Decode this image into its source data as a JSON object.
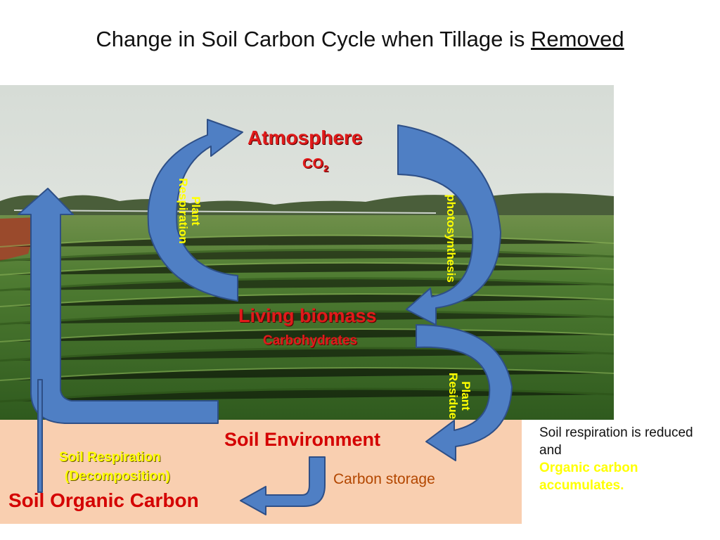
{
  "title": {
    "prefix": "Change in Soil Carbon Cycle when Tillage is ",
    "emphasis": "Removed"
  },
  "nodes": {
    "atmosphere": "Atmosphere",
    "co2_base": "CO",
    "co2_sub": "2",
    "living_biomass": "Living biomass",
    "carbohydrates": "Carbohydrates",
    "soil_environment": "Soil Environment",
    "soil_organic_carbon": "Soil Organic Carbon"
  },
  "flows": {
    "plant_respiration_1": "Plant",
    "plant_respiration_2": "Respiration",
    "photosynthesis": "photosynthesis",
    "plant_residue_1": "Plant",
    "plant_residue_2": "Residue",
    "soil_respiration": "Soil Respiration",
    "decomposition": "(Decomposition)",
    "carbon_storage": "Carbon storage"
  },
  "note": {
    "line1": "Soil respiration is reduced and",
    "highlight": "Organic carbon accumulates."
  },
  "colors": {
    "arrow_fill": "#4f7fc4",
    "arrow_stroke": "#2e4f87",
    "node_red": "#e01b1b",
    "flow_yellow": "#ffff00",
    "soil_bg": "#f9cfb0",
    "carbon_storage_text": "#b34700"
  }
}
